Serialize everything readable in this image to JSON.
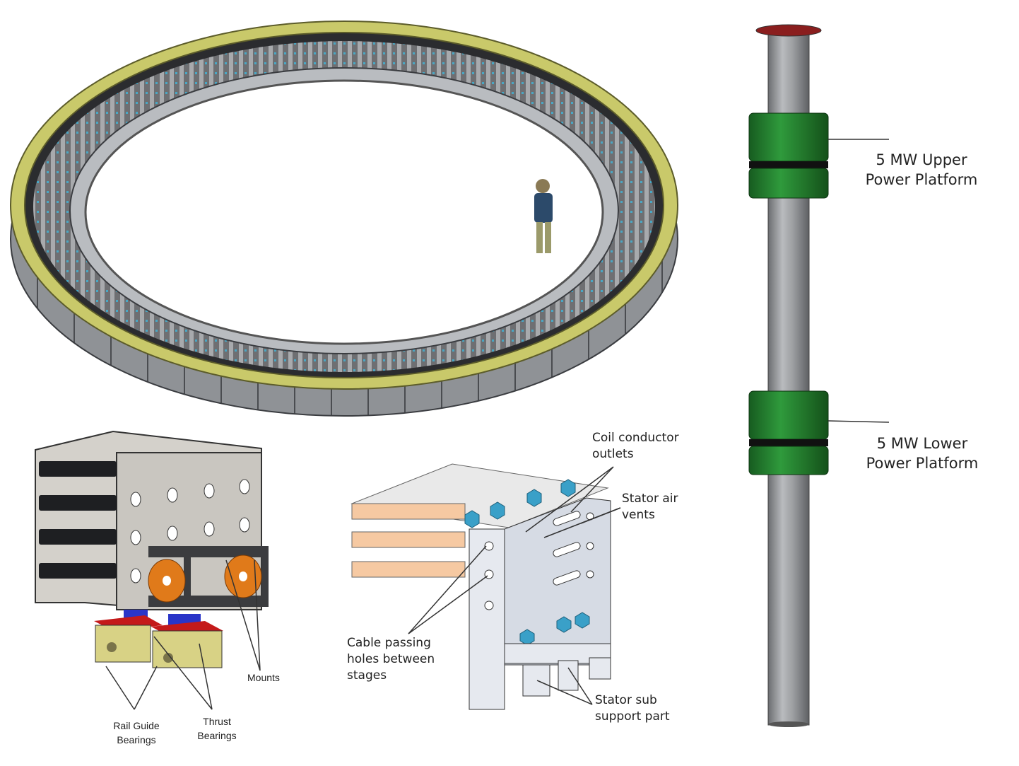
{
  "labels": {
    "upper_platform": [
      "5 MW Upper",
      "Power Platform"
    ],
    "lower_platform": [
      "5 MW Lower",
      "Power Platform"
    ],
    "coil_outlets": [
      "Coil conductor",
      "outlets"
    ],
    "air_vents": [
      "Stator air",
      "vents"
    ],
    "cable_holes": [
      "Cable passing",
      "holes between",
      "stages"
    ],
    "sub_support": [
      "Stator sub",
      "support part"
    ],
    "mounts": "Mounts",
    "rail_guide": [
      "Rail Guide",
      "Bearings"
    ],
    "thrust": [
      "Thrust",
      "Bearings"
    ]
  },
  "colors": {
    "ring_rim": "#c9c96a",
    "ring_wall": "#8f9296",
    "tower": "#8a8c8e",
    "platform": "#1f7a2c",
    "bearing": "#e07a1a",
    "bolt": "#3aa0c8",
    "plate": "#f6c9a2"
  }
}
